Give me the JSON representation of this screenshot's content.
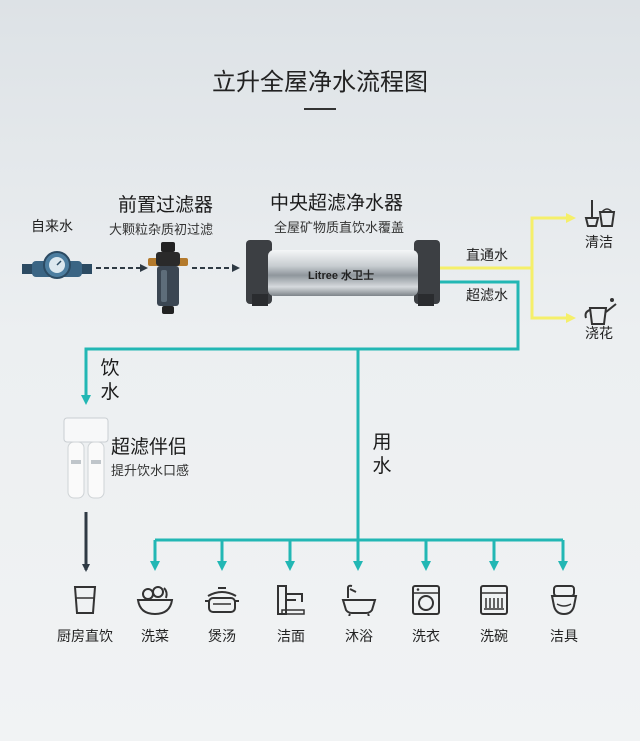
{
  "title": "立升全屋净水流程图",
  "source": {
    "label": "自来水"
  },
  "prefilter": {
    "title": "前置过滤器",
    "subtitle": "大颗粒杂质初过滤"
  },
  "central": {
    "title": "中央超滤净水器",
    "subtitle": "全屋矿物质直饮水覆盖",
    "brand": "Litree",
    "brand_cn": "水卫士"
  },
  "branches": {
    "direct": "直通水",
    "ultra": "超滤水"
  },
  "direct_uses": [
    {
      "label": "清洁",
      "icon": "mop-bucket-icon"
    },
    {
      "label": "浇花",
      "icon": "watering-can-icon"
    }
  ],
  "drink": {
    "vertical": [
      "饮",
      "水"
    ],
    "companion_title": "超滤伴侣",
    "companion_subtitle": "提升饮水口感"
  },
  "use_water": {
    "vertical": [
      "用",
      "水"
    ]
  },
  "outlets": [
    {
      "label": "厨房直饮",
      "icon": "glass-icon"
    },
    {
      "label": "洗菜",
      "icon": "vegetable-basin-icon"
    },
    {
      "label": "煲汤",
      "icon": "pot-icon"
    },
    {
      "label": "洁面",
      "icon": "faucet-icon"
    },
    {
      "label": "沐浴",
      "icon": "shower-bath-icon"
    },
    {
      "label": "洗衣",
      "icon": "washing-machine-icon"
    },
    {
      "label": "洗碗",
      "icon": "dishwasher-icon"
    },
    {
      "label": "洁具",
      "icon": "toilet-icon"
    }
  ],
  "colors": {
    "direct_line": "#f5ef6a",
    "ultra_line": "#22b7b4",
    "dark_arrow": "#2f3a44"
  }
}
